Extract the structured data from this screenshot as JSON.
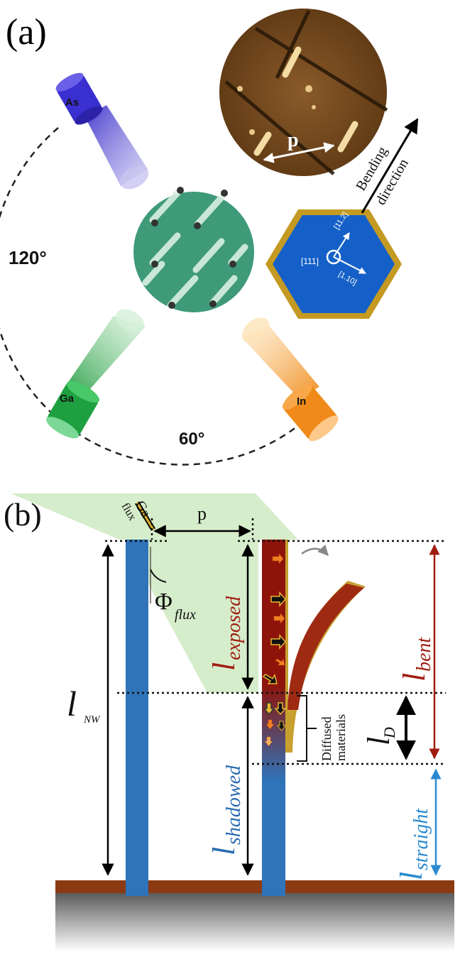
{
  "panel_a": {
    "label": "(a)",
    "sources": {
      "as": "As",
      "ga": "Ga",
      "in": "In"
    },
    "angles": {
      "left": "120°",
      "bottom": "60°"
    },
    "afm_pitch": "p",
    "bending": {
      "line1": "Bending",
      "line2": "direction"
    },
    "crystal": {
      "center": "[111]",
      "dir1": "[11.2]",
      "dir2": "[1.10]"
    },
    "colors": {
      "as_cell": "#3a2fd0",
      "ga_cell": "#1fa040",
      "in_cell": "#f08a1a",
      "substrate_disk": "#3f9a7a",
      "hexagon_fill": "#1560c8",
      "hexagon_shell": "#c49a22"
    }
  },
  "panel_b": {
    "label": "(b)",
    "flux_label_1": "Ga",
    "flux_label_2": "flux",
    "pitch": "p",
    "phi": "Φ",
    "phi_sub": "flux",
    "l_nw": "l",
    "l_nw_sub": "NW",
    "l_exposed": "l",
    "l_exposed_sub": "exposed",
    "l_shadowed": "l",
    "l_shadowed_sub": "shadowed",
    "l_bent": "l",
    "l_bent_sub": "bent",
    "l_d": "l",
    "l_d_sub": "D",
    "l_straight": "l",
    "l_straight_sub": "straight",
    "diffused_1": "Diffused",
    "diffused_2": "materials",
    "colors": {
      "nanowire": "#2f73b8",
      "exposed": "#9e1c0c",
      "shell": "#c8a030",
      "shadow_region": "#d4ecc8",
      "substrate": "#8b3a12",
      "bent_arrow": "#a01c10",
      "straight_arrow": "#2a8ad0"
    }
  }
}
